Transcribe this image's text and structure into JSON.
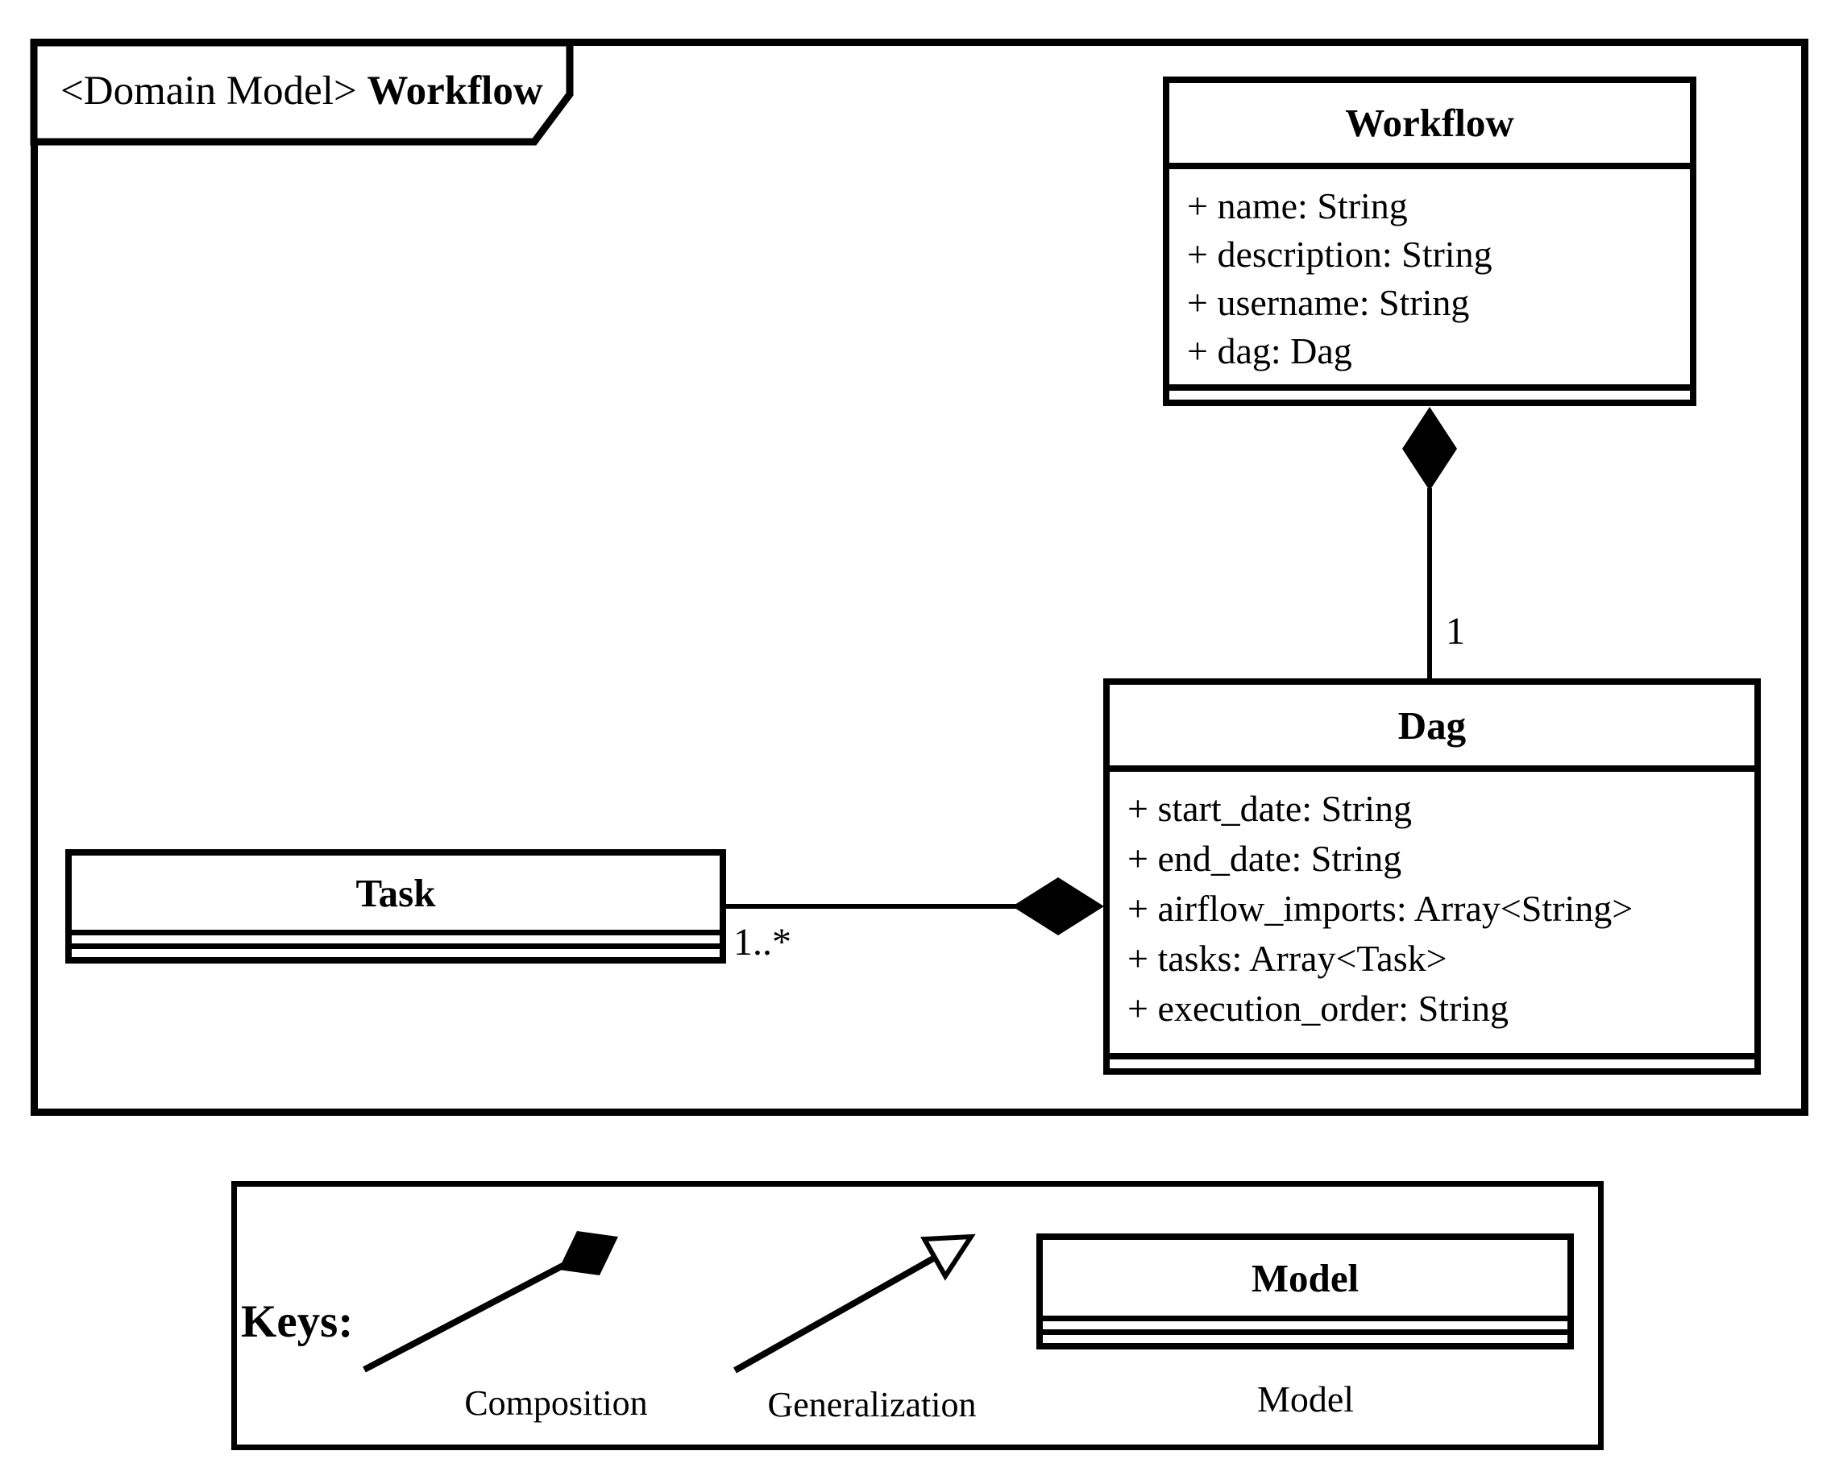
{
  "frame": {
    "tab": {
      "type_label": "<Domain Model> ",
      "title": "Workflow"
    }
  },
  "classes": {
    "workflow": {
      "title": "Workflow",
      "attributes": [
        "+ name: String",
        "+ description: String",
        "+ username: String",
        "+ dag: Dag"
      ]
    },
    "dag": {
      "title": "Dag",
      "attributes": [
        "+ start_date: String",
        "+ end_date: String",
        "+ airflow_imports: Array<String>",
        "+ tasks: Array<Task>",
        "+ execution_order: String"
      ]
    },
    "task": {
      "title": "Task",
      "attributes": []
    }
  },
  "relations": {
    "workflow_dag": {
      "type": "composition",
      "multiplicity_near_dag": "1"
    },
    "dag_task": {
      "type": "composition",
      "multiplicity_near_task": "1..*"
    }
  },
  "legend": {
    "title": "Keys:",
    "composition_label": "Composition",
    "generalization_label": "Generalization",
    "model_box_title": "Model",
    "model_label": "Model"
  },
  "colors": {
    "line": "#000000",
    "background": "#ffffff"
  }
}
